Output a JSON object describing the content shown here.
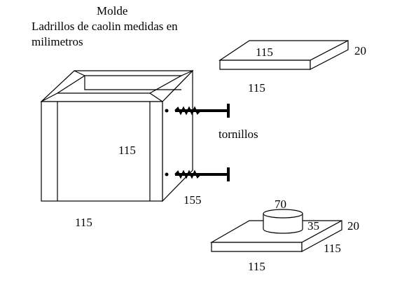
{
  "title": {
    "line1": "Molde",
    "line2": "Ladrillos de caolin medidas en",
    "line3": "milimetros"
  },
  "plate_top": {
    "top_label": "115",
    "side_label": "20",
    "bottom_label": "115"
  },
  "box": {
    "face_label": "115",
    "depth_label": "155",
    "bottom_label": "115"
  },
  "screws": {
    "label": "tornillos"
  },
  "plate_bottom": {
    "cylinder_top_label": "70",
    "cylinder_height_label": "35",
    "side_label": "20",
    "depth_label": "115",
    "bottom_label": "115"
  }
}
